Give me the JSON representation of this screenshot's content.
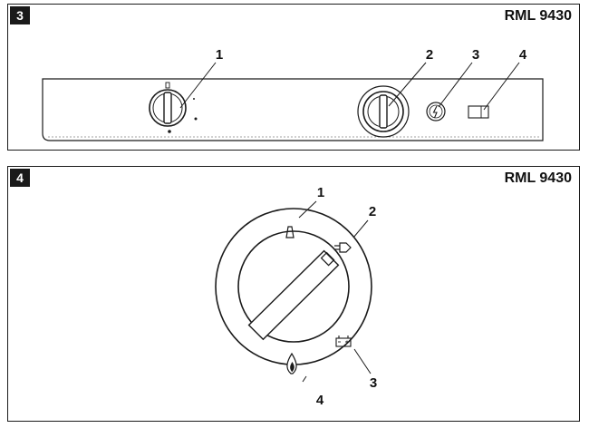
{
  "figures": [
    {
      "number": "3",
      "model": "RML 9430",
      "callouts": [
        "1",
        "2",
        "3",
        "4"
      ]
    },
    {
      "number": "4",
      "model": "RML 9430",
      "callouts": [
        "1",
        "2",
        "3",
        "4"
      ]
    }
  ],
  "icons": {
    "fig3_button": "lightning-icon",
    "fig3_indicator": "indicator-light-icon",
    "fig4_position_1": "off-position-icon",
    "fig4_position_2": "mains-plug-icon",
    "fig4_position_3": "battery-icon",
    "fig4_position_4": "gas-flame-icon"
  }
}
